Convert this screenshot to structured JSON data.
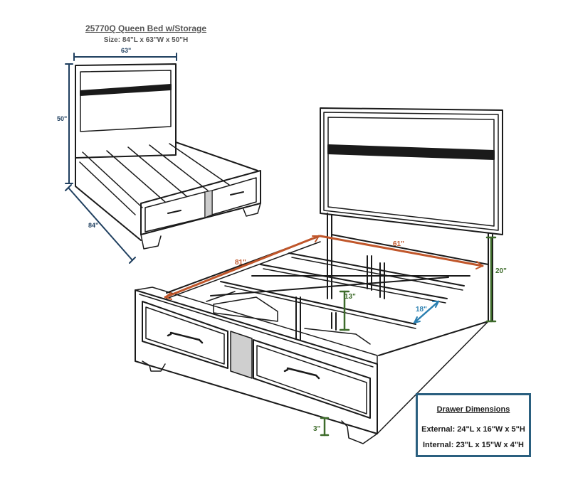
{
  "header": {
    "title": "25770Q Queen Bed w/Storage",
    "size": "Size: 84\"L x 63\"W x 50\"H"
  },
  "small_bed": {
    "width_label": "63\"",
    "height_label": "50\"",
    "length_label": "84\""
  },
  "large_bed": {
    "rail_length_label": "81\"",
    "rail_width_label": "61\"",
    "rail_height_label": "20\"",
    "slat_gap_label": "18\"",
    "under_clearance_label": "13\"",
    "foot_height_label": "3\""
  },
  "drawer_dimensions": {
    "heading": "Drawer Dimensions",
    "external": "External: 24\"L x 16\"W x 5\"H",
    "internal": "Internal: 23\"L x 15\"W x 4\"H"
  },
  "colors": {
    "outline": "#1a1a1a",
    "orange": "#c0562a",
    "green": "#3d6b2a",
    "blue": "#2a7fb0",
    "navy": "#1f3f5f",
    "box_border": "#2a5f7f"
  }
}
